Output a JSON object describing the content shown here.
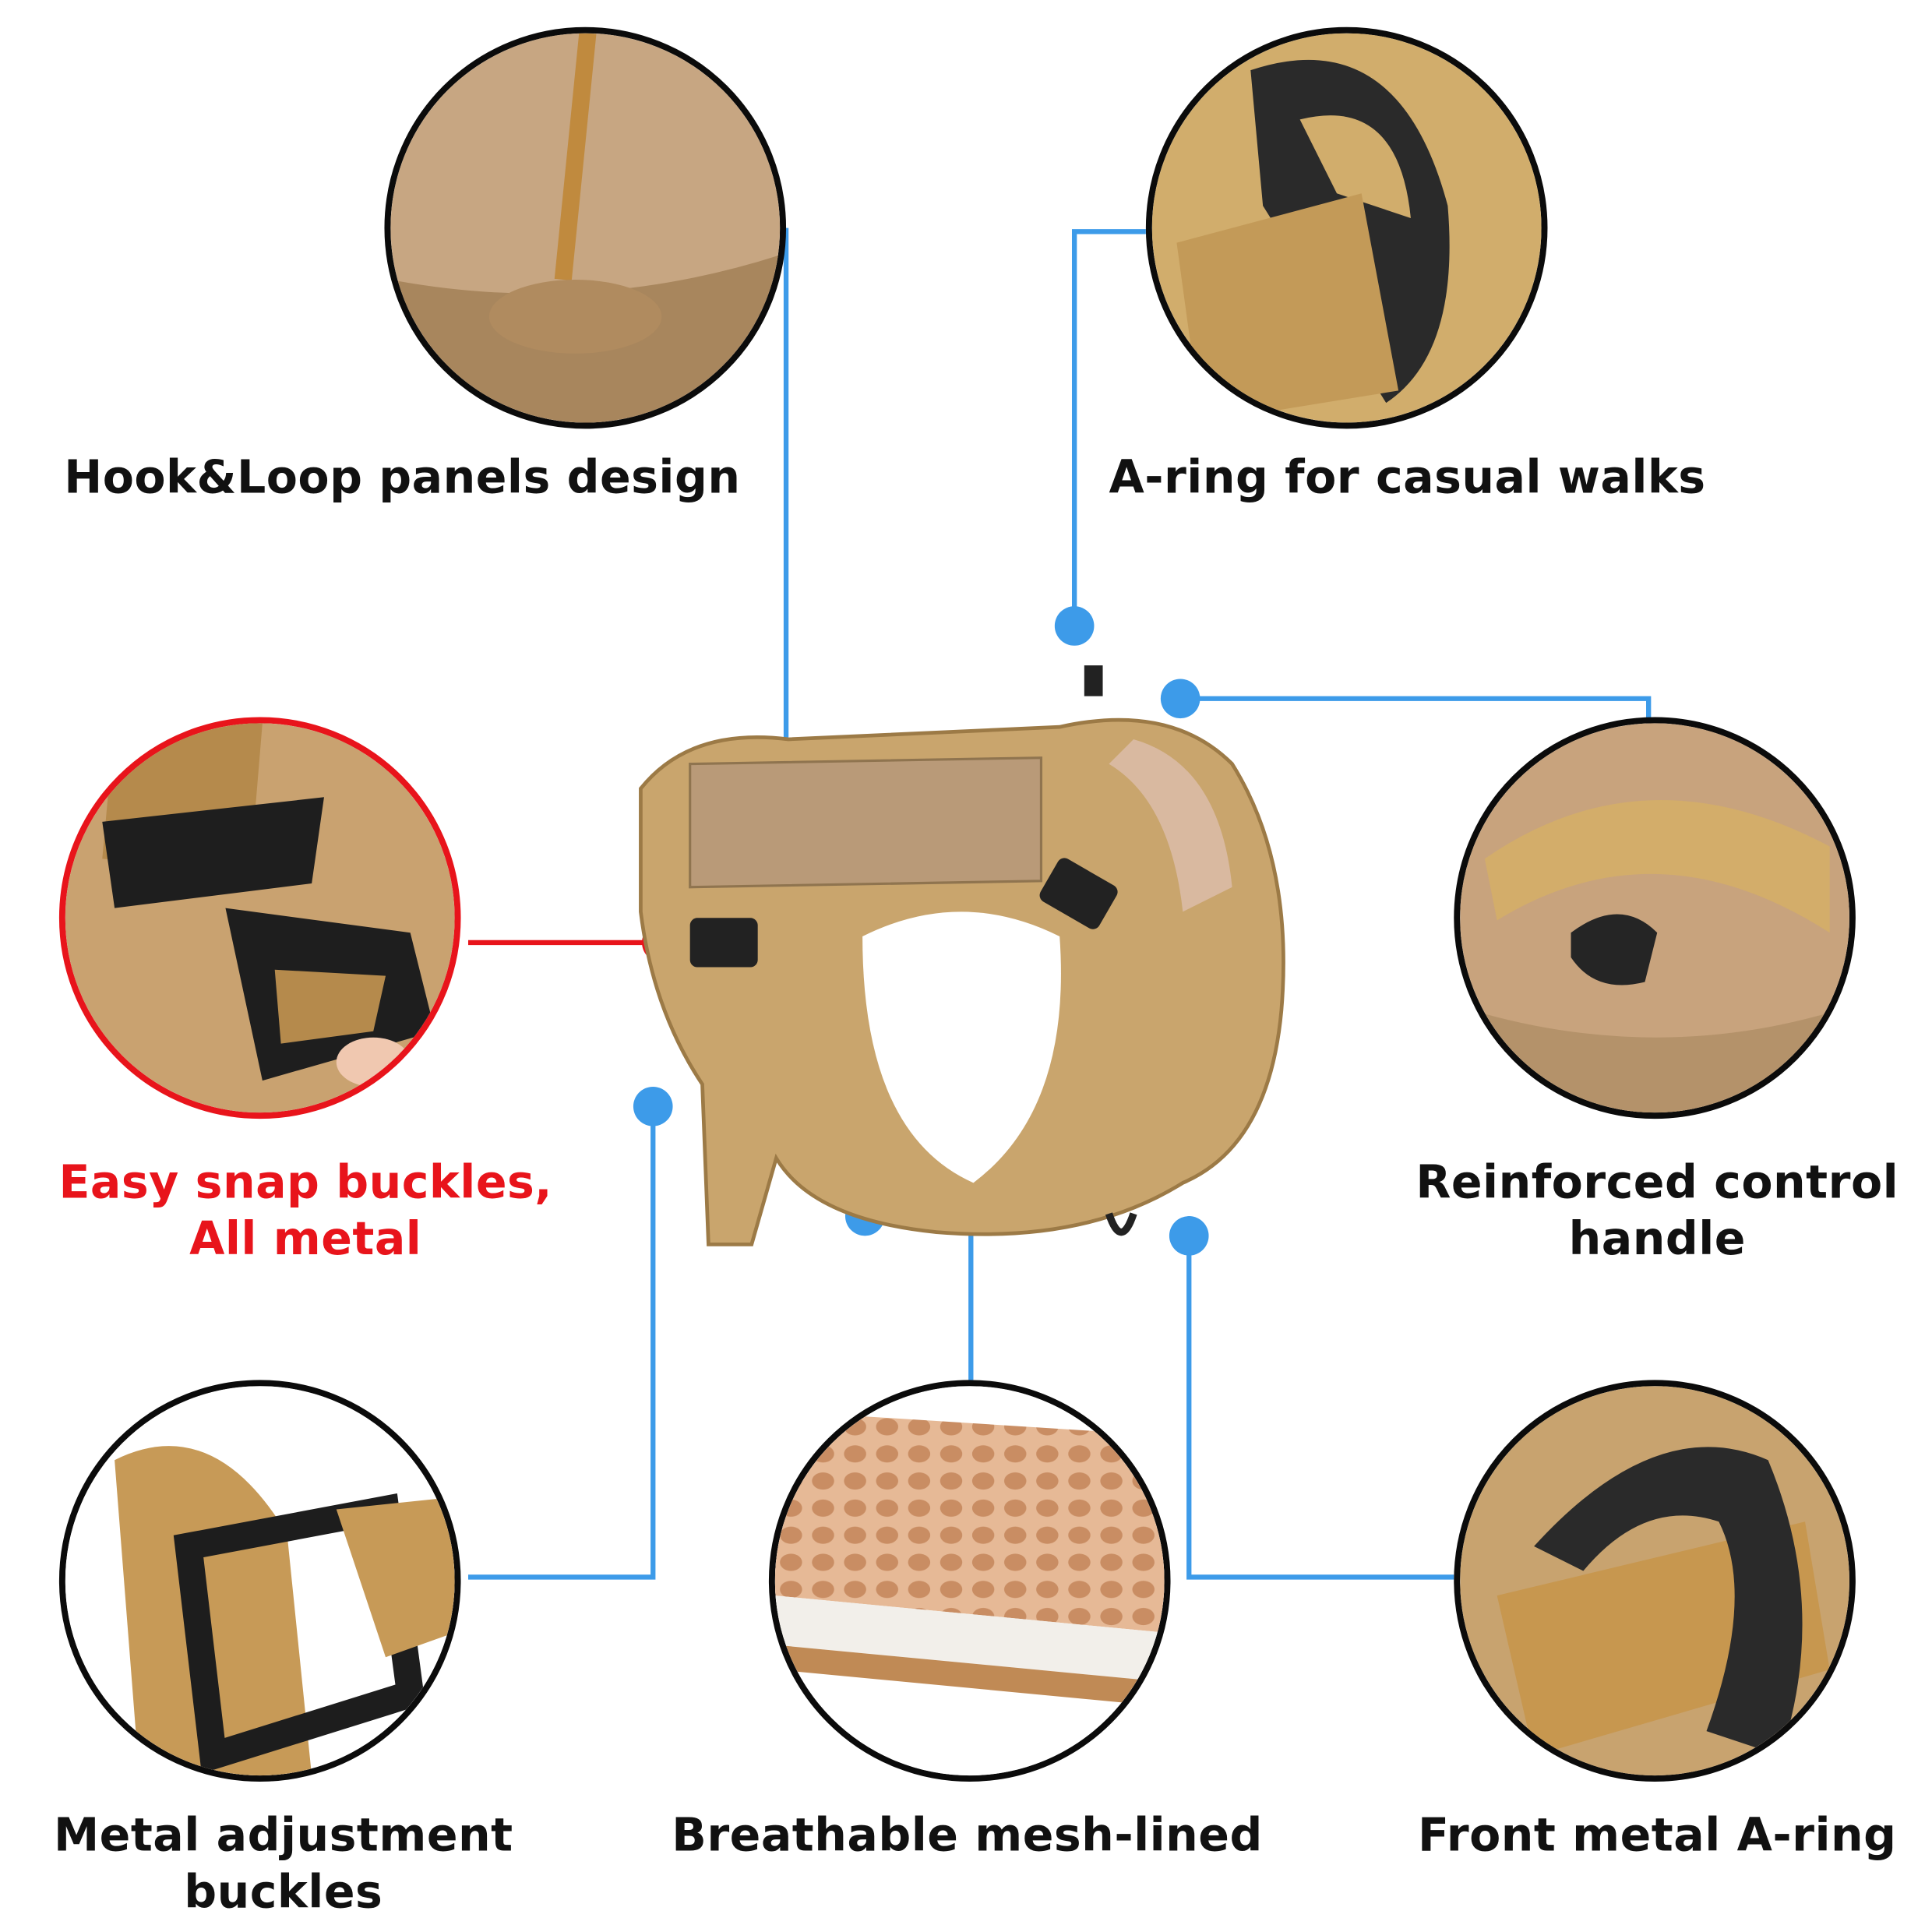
{
  "features": {
    "hook_loop": "Hook&Loop panels design",
    "a_ring_top": "A-ring for casual walks",
    "snap_line1": "Easy snap buckles,",
    "snap_line2": "All metal",
    "handle_line1": "Reinforced control",
    "handle_line2": "handle",
    "adjust_line1": "Metal adjustment",
    "adjust_line2": "buckles",
    "mesh": "Breathable mesh-lined",
    "front_ring": "Front metal A-ring"
  },
  "colors": {
    "connector_blue": "#3d9be9",
    "highlight_red": "#e8141b",
    "tan": "#c49a5e"
  }
}
